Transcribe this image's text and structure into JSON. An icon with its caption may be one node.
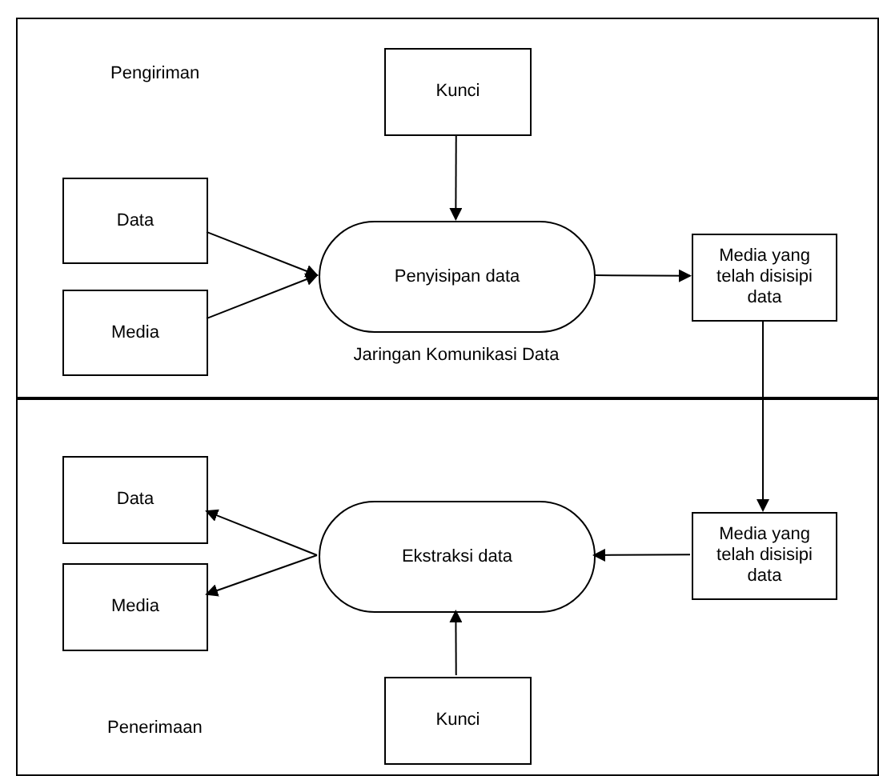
{
  "diagram": {
    "nodes": [
      {
        "text": [
          "Pengiriman"
        ]
      },
      {
        "text": [
          "Kunci"
        ],
        "in": 0
      },
      {
        "text": [
          "Data"
        ],
        "in": 0
      },
      {
        "text": [
          "Media"
        ],
        "in": 0
      },
      {
        "text": [
          "Penyisipan data"
        ],
        "in": 0
      },
      {
        "text": [
          "Media yang telah disisipi data"
        ],
        "in": 0
      },
      {
        "text": [
          "Penerimaan"
        ]
      },
      {
        "text": [
          "Data"
        ],
        "in": 6
      },
      {
        "text": [
          "Media"
        ],
        "in": 6
      },
      {
        "text": [
          "Ekstraksi data"
        ],
        "in": 6
      },
      {
        "text": [
          "Media yang telah disisipi data"
        ],
        "in": 6
      },
      {
        "text": [
          "Kunci"
        ],
        "in": 6
      }
    ],
    "edges": [
      {
        "from": 1,
        "to": 4,
        "arrow": "to"
      },
      {
        "from": 2,
        "to": 4,
        "arrow": "to"
      },
      {
        "from": 3,
        "to": 4,
        "arrow": "to"
      },
      {
        "from": 4,
        "to": 5,
        "arrow": "to"
      },
      {
        "from": 5,
        "to": 10,
        "arrow": "to"
      },
      {
        "from": 10,
        "to": 9,
        "arrow": "to"
      },
      {
        "from": 9,
        "to": 7,
        "arrow": "to"
      },
      {
        "from": 9,
        "to": 8,
        "arrow": "to"
      },
      {
        "from": 11,
        "to": 9,
        "arrow": "to"
      }
    ],
    "labels": [
      "Jaringan Komunikasi Data"
    ]
  }
}
